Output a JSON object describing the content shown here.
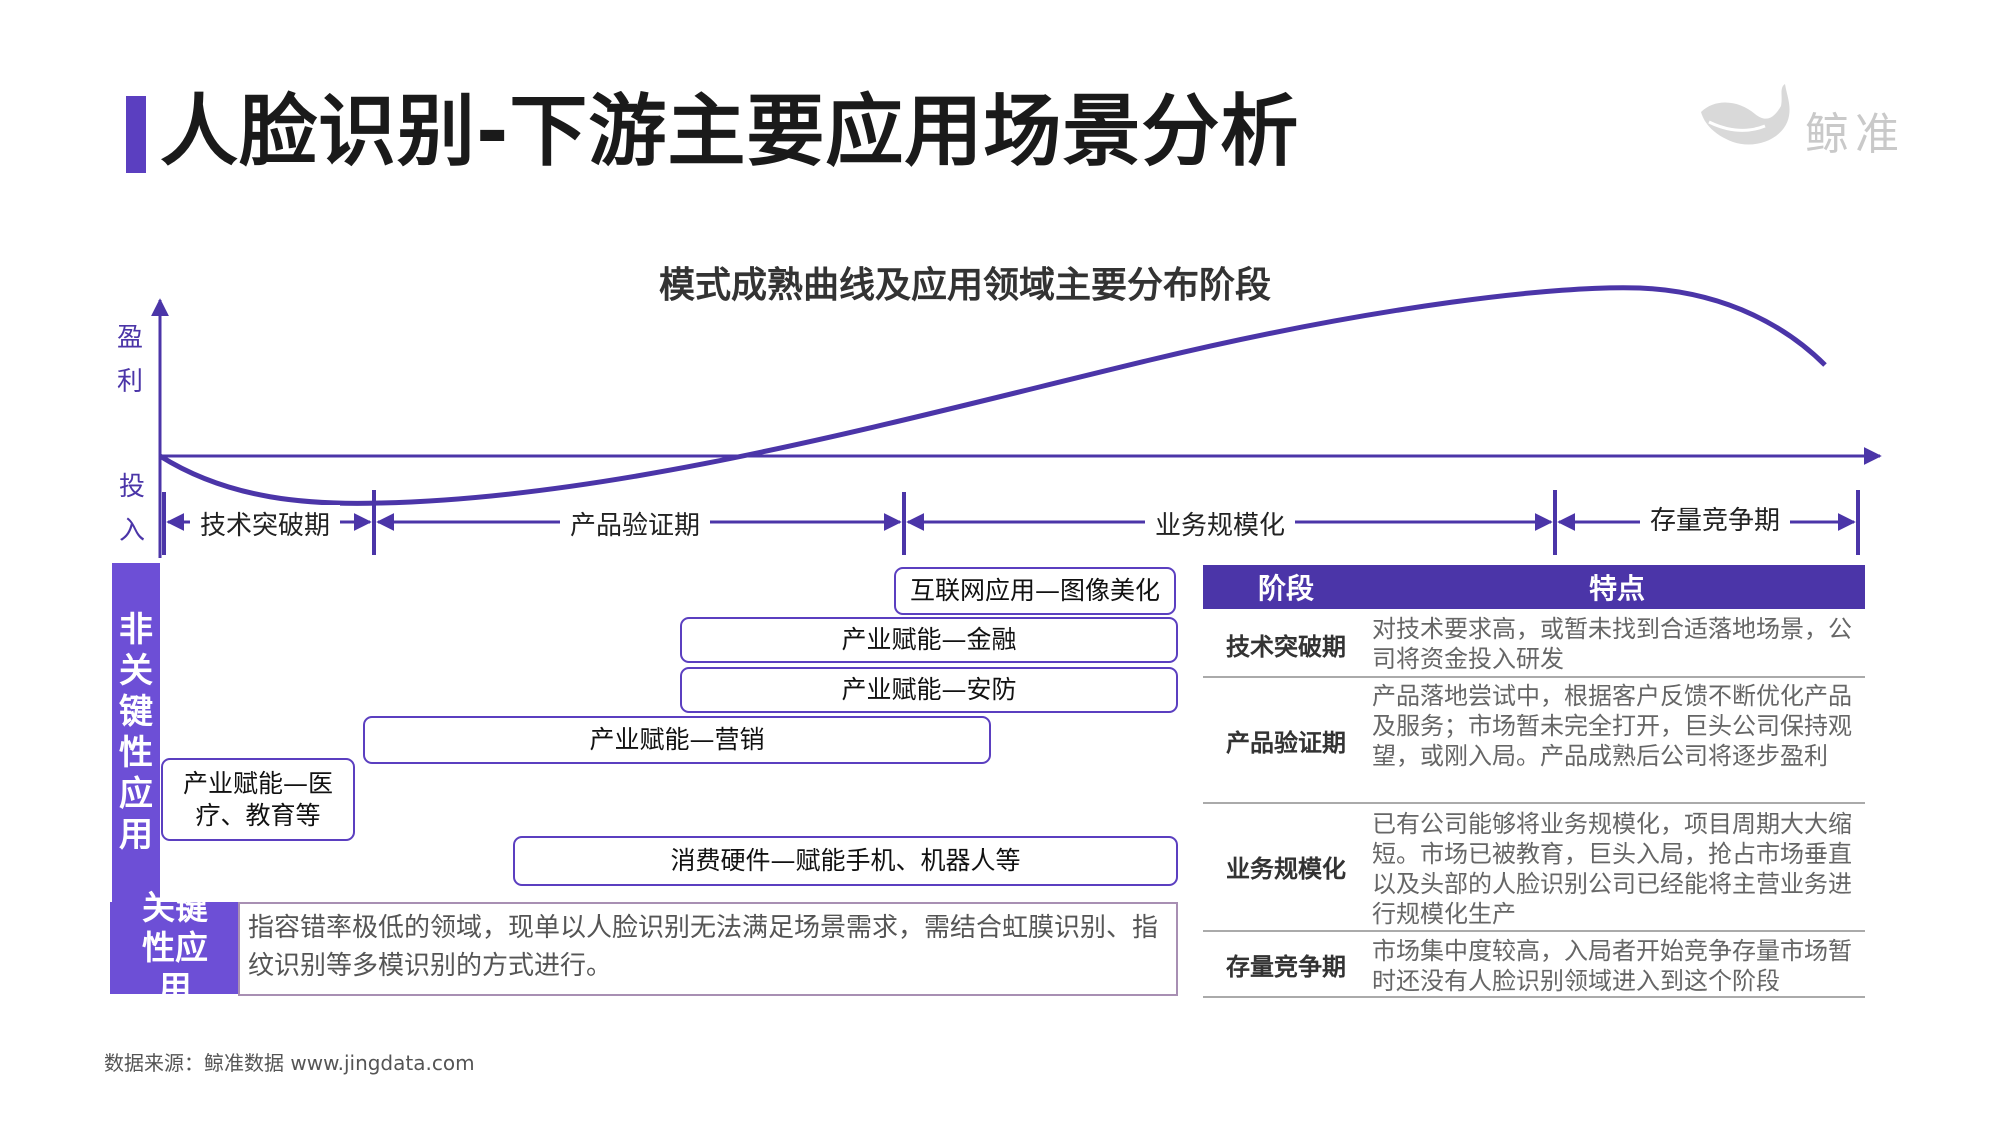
{
  "header": {
    "title": "人脸识别-下游主要应用场景分析",
    "logo_text": "鲸准"
  },
  "chart": {
    "title": "模式成熟曲线及应用领域主要分布阶段",
    "y_top_label": "盈利",
    "y_bottom_label": "投入",
    "stages": [
      "技术突破期",
      "产品验证期",
      "业务规模化",
      "存量竞争期"
    ]
  },
  "apps": {
    "side_label": "非关键性应用",
    "items": [
      "互联网应用—图像美化",
      "产业赋能—金融",
      "产业赋能—安防",
      "产业赋能—营销",
      "产业赋能—医疗、教育等",
      "消费硬件—赋能手机、机器人等"
    ]
  },
  "key_app": {
    "label": "关键性应用",
    "text": "指容错率极低的领域，现单以人脸识别无法满足场景需求，需结合虹膜识别、指纹识别等多模识别的方式进行。"
  },
  "table": {
    "headers": [
      "阶段",
      "特点"
    ],
    "rows": [
      {
        "stage": "技术突破期",
        "desc": "对技术要求高，或暂未找到合适落地场景，公司将资金投入研发"
      },
      {
        "stage": "产品验证期",
        "desc": "产品落地尝试中，根据客户反馈不断优化产品及服务；市场暂未完全打开，巨头公司保持观望，或刚入局。产品成熟后公司将逐步盈利"
      },
      {
        "stage": "业务规模化",
        "desc": "已有公司能够将业务规模化，项目周期大大缩短。市场已被教育，巨头入局，抢占市场垂直以及头部的人脸识别公司已经能将主营业务进行规模化生产"
      },
      {
        "stage": "存量竞争期",
        "desc": "市场集中度较高，入局者开始竞争存量市场暂时还没有人脸识别领域进入到这个阶段"
      }
    ]
  },
  "footer": {
    "source": "数据来源：鲸准数据 www.jingdata.com"
  },
  "colors": {
    "accent": "#5b3fc0",
    "header_fill": "#4b35a8",
    "side_fill": "#6d4fd6",
    "key_border": "#a88fb3"
  }
}
